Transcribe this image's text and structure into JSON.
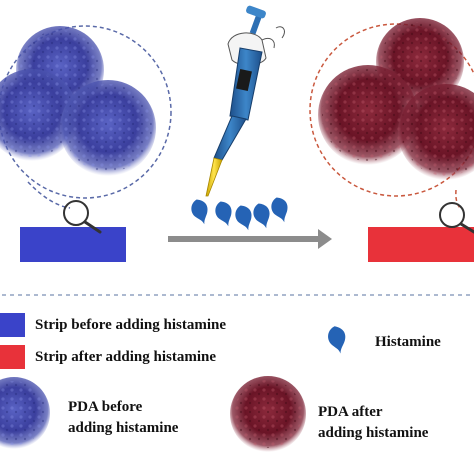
{
  "legend": {
    "strip_before": "Strip  before adding histamine",
    "strip_after": "Strip  after adding histamine",
    "histamine": "Histamine",
    "pda_before_line1": "PDA before",
    "pda_before_line2": "adding histamine",
    "pda_after_line1": "PDA after",
    "pda_after_line2": "adding histamine"
  },
  "colors": {
    "blue": "#3a43c9",
    "red": "#e8323a",
    "blue_particle": "#3b3f9e",
    "red_particle": "#7a1a2c",
    "arrow": "#8c8c8c",
    "drop": "#2563b5",
    "blue_dash": "#5a6aa8",
    "red_dash": "#c9583e"
  },
  "icons": [
    "pipette-icon",
    "magnifier-icon",
    "histamine-drop-icon"
  ]
}
